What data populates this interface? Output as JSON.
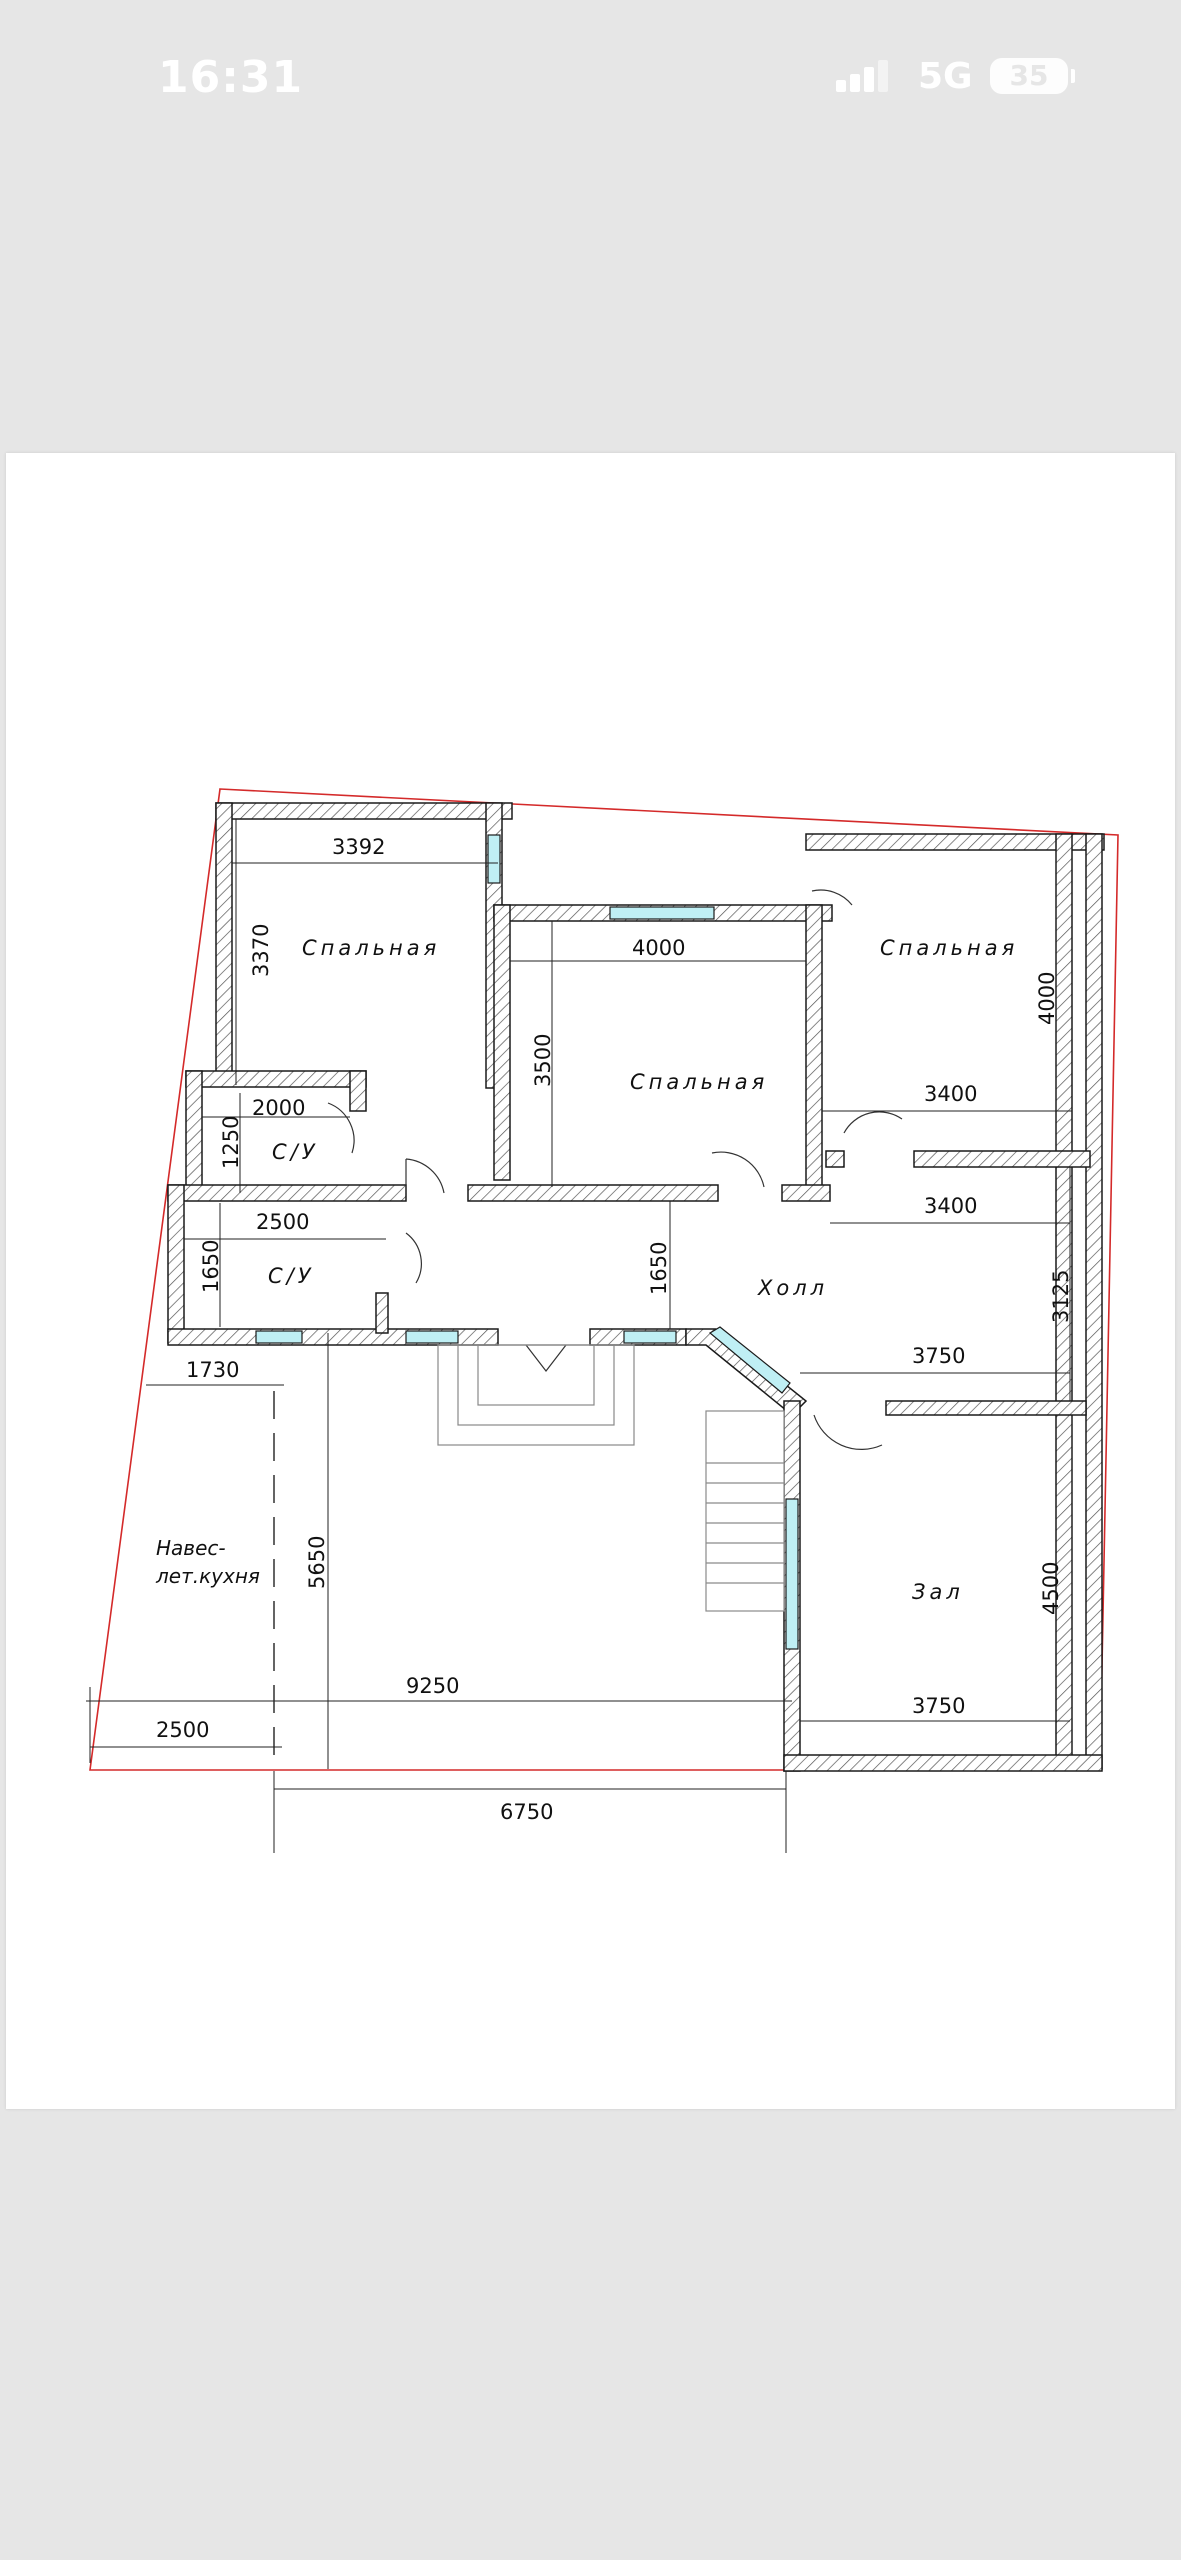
{
  "status_bar": {
    "time": "16:31",
    "network": "5G",
    "battery": "35",
    "icons": [
      "signal-icon",
      "battery-icon"
    ]
  },
  "plan": {
    "colors": {
      "wall_outline": "#1a1a1a",
      "hatch": "#555555",
      "window_glass": "#bfeff4",
      "site_boundary": "#d42a2a",
      "dimension_line": "#222222",
      "stairs": "#8a8a8a"
    },
    "rooms": {
      "bedroom_nw": "Спальная",
      "bedroom_center": "Спальная",
      "bedroom_ne": "Спальная",
      "bathroom_top": "С/У",
      "bathroom_bottom": "С/У",
      "hall": "Холл",
      "living_room": "Зал",
      "canopy_line1": "Навес-",
      "canopy_line2": "лет.кухня"
    },
    "dimensions": {
      "bedroom_nw_width": "3392",
      "bedroom_nw_depth": "3370",
      "bedroom_center_width": "4000",
      "bedroom_center_depth": "3500",
      "bedroom_ne_width": "3400",
      "bedroom_ne_depth": "4000",
      "bathroom_top_width": "2000",
      "bathroom_top_depth": "1250",
      "bathroom_bottom_width": "2500",
      "bathroom_bottom_depth": "1650",
      "hall_width": "3400",
      "hall_depth": "3125",
      "hall_entry_depth": "1650",
      "living_room_width_top": "3750",
      "living_room_width_bottom": "3750",
      "living_room_depth": "4500",
      "canopy_offset": "1730",
      "canopy_depth": "5650",
      "overall_width": "9250",
      "canopy_width": "2500",
      "terrace_width": "6750"
    }
  }
}
